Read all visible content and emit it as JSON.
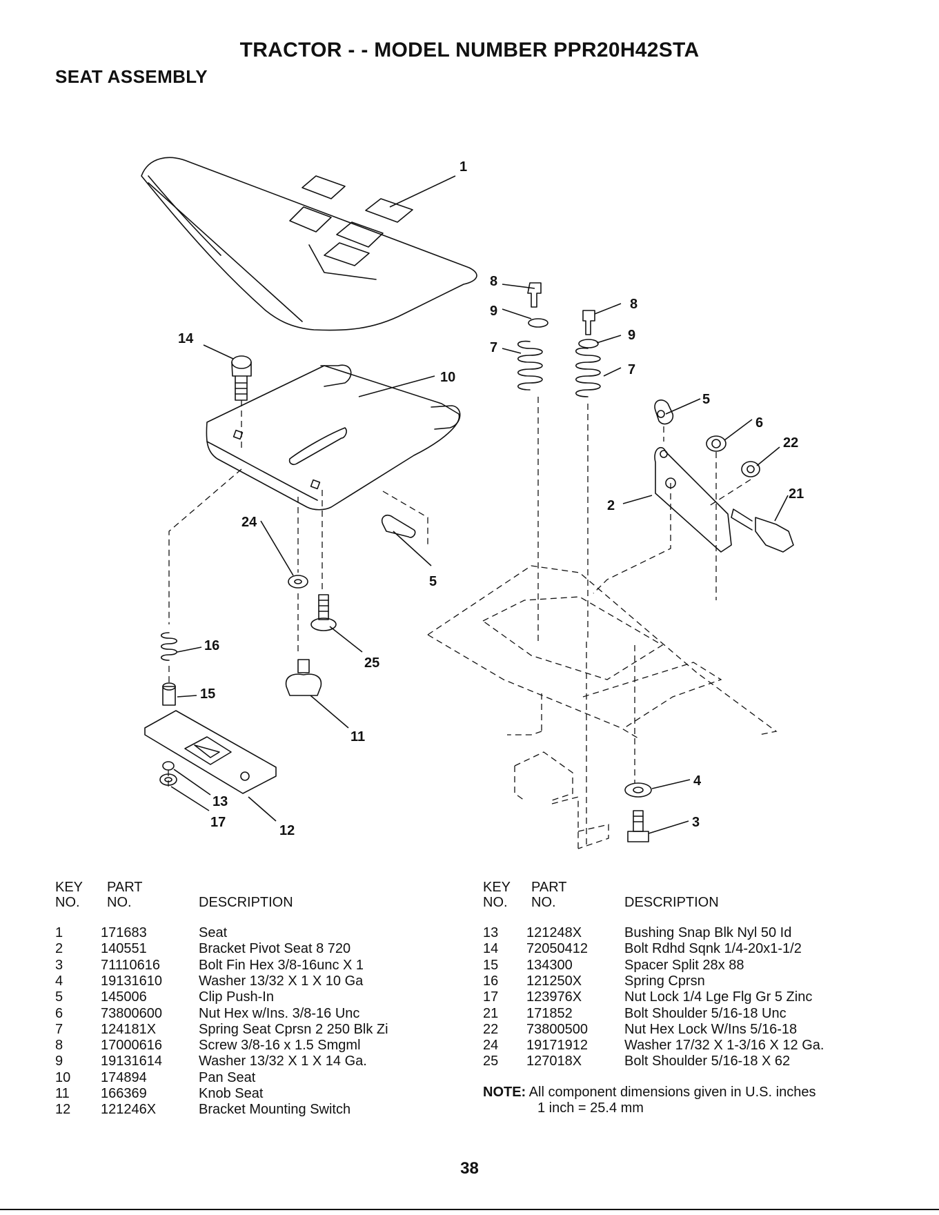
{
  "header": {
    "title": "TRACTOR - - MODEL NUMBER PPR20H42STA",
    "subtitle": "SEAT ASSEMBLY"
  },
  "diagram": {
    "callouts": [
      "1",
      "14",
      "10",
      "8",
      "9",
      "7",
      "8",
      "9",
      "7",
      "5",
      "6",
      "22",
      "21",
      "2",
      "24",
      "5",
      "16",
      "25",
      "15",
      "11",
      "13",
      "17",
      "12",
      "4",
      "3"
    ]
  },
  "parts_table_left": {
    "header": {
      "key": "KEY",
      "no": "NO.",
      "part": "PART",
      "part_no": "NO.",
      "description": "DESCRIPTION"
    },
    "rows": [
      {
        "key": "1",
        "part": "171683",
        "description": "Seat"
      },
      {
        "key": "2",
        "part": "140551",
        "description": "Bracket Pivot Seat 8 720"
      },
      {
        "key": "3",
        "part": "71110616",
        "description": "Bolt Fin Hex 3/8-16unc X 1"
      },
      {
        "key": "4",
        "part": "19131610",
        "description": "Washer 13/32 X 1 X 10 Ga"
      },
      {
        "key": "5",
        "part": "145006",
        "description": "Clip Push-In"
      },
      {
        "key": "6",
        "part": "73800600",
        "description": "Nut Hex w/Ins. 3/8-16 Unc"
      },
      {
        "key": "7",
        "part": "124181X",
        "description": "Spring Seat Cprsn 2 250 Blk Zi"
      },
      {
        "key": "8",
        "part": "17000616",
        "description": "Screw 3/8-16 x 1.5   Smgml"
      },
      {
        "key": "9",
        "part": "19131614",
        "description": "Washer 13/32 X 1 X 14 Ga."
      },
      {
        "key": "10",
        "part": "174894",
        "description": "Pan Seat"
      },
      {
        "key": "11",
        "part": "166369",
        "description": "Knob Seat"
      },
      {
        "key": "12",
        "part": "121246X",
        "description": "Bracket Mounting Switch"
      }
    ]
  },
  "parts_table_right": {
    "header": {
      "key": "KEY",
      "no": "NO.",
      "part": "PART",
      "part_no": "NO.",
      "description": "DESCRIPTION"
    },
    "rows": [
      {
        "key": "13",
        "part": "121248X",
        "description": "Bushing Snap Blk Nyl 50 Id"
      },
      {
        "key": "14",
        "part": "72050412",
        "description": "Bolt Rdhd Sqnk 1/4-20x1-1/2"
      },
      {
        "key": "15",
        "part": "134300",
        "description": "Spacer Split 28x 88"
      },
      {
        "key": "16",
        "part": "121250X",
        "description": "Spring Cprsn"
      },
      {
        "key": "17",
        "part": "123976X",
        "description": "Nut Lock 1/4 Lge Flg Gr 5 Zinc"
      },
      {
        "key": "21",
        "part": "171852",
        "description": "Bolt Shoulder 5/16-18 Unc"
      },
      {
        "key": "22",
        "part": "73800500",
        "description": "Nut Hex  Lock W/Ins  5/16-18"
      },
      {
        "key": "24",
        "part": "19171912",
        "description": "Washer 17/32 X 1-3/16 X 12 Ga."
      },
      {
        "key": "25",
        "part": "127018X",
        "description": "Bolt Shoulder 5/16-18 X 62"
      }
    ]
  },
  "note": {
    "label": "NOTE:",
    "line1": "All component dimensions given in U.S. inches",
    "line2": "1 inch = 25.4 mm"
  },
  "page_number": "38"
}
